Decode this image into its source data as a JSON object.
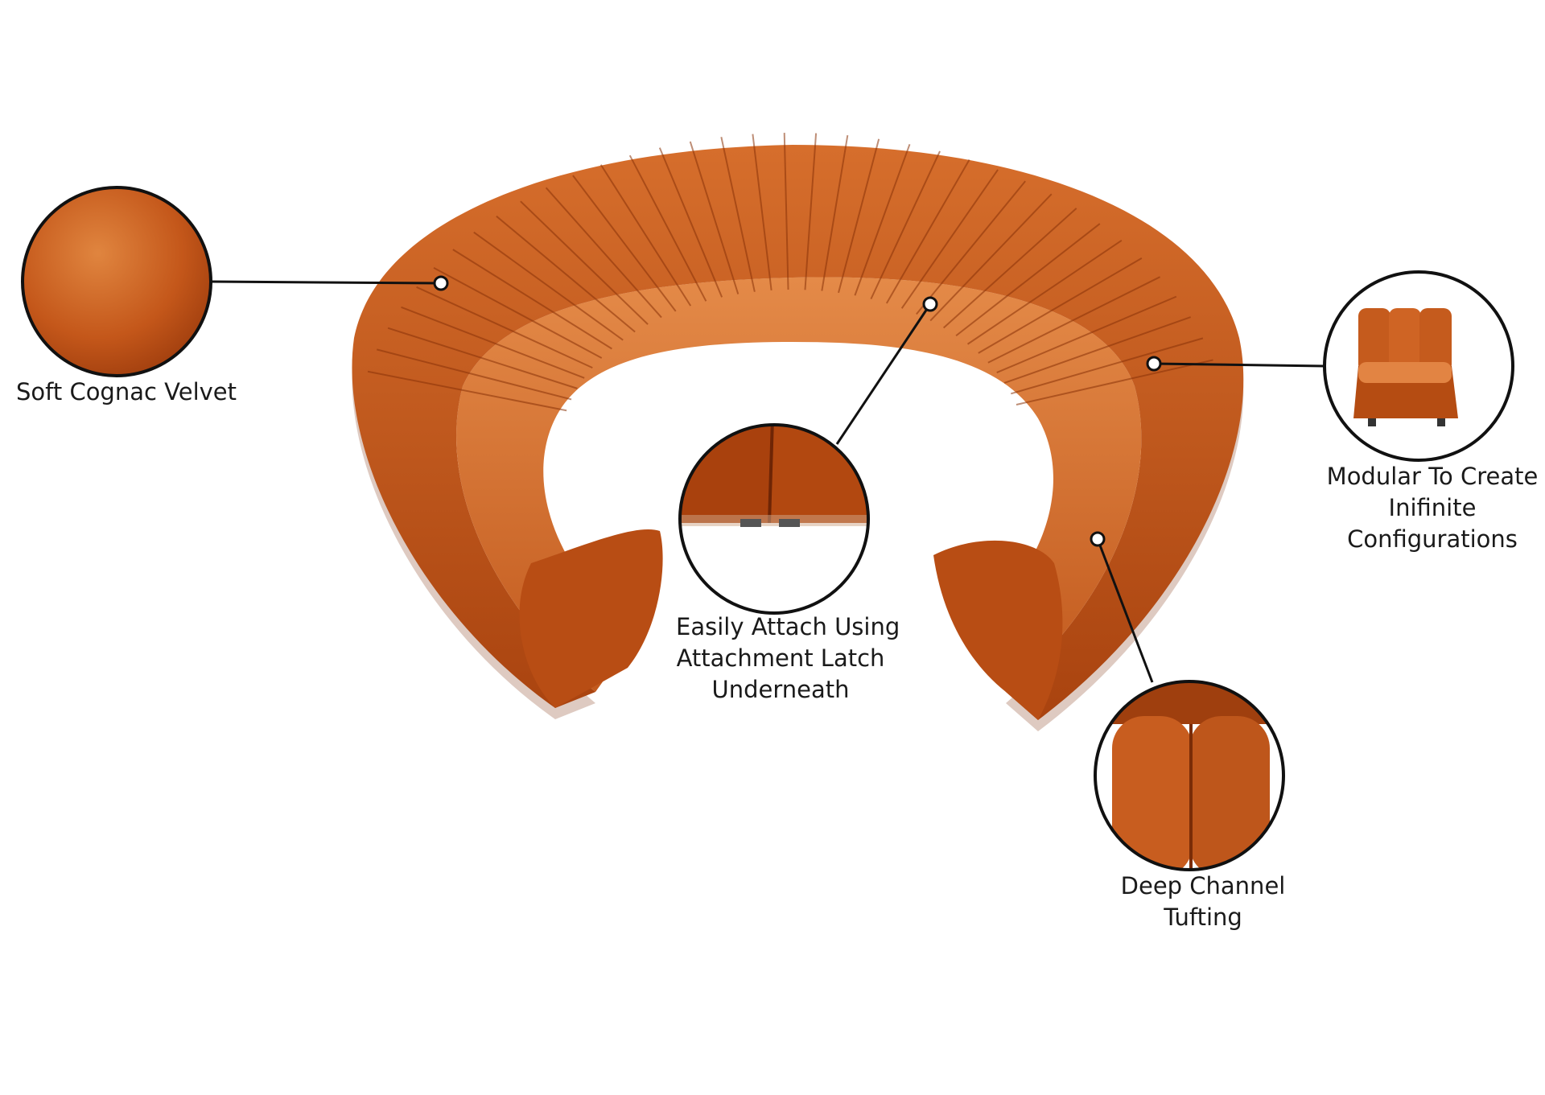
{
  "colors": {
    "velvet_base": "#c4571a",
    "velvet_light": "#dc7b3a",
    "velvet_dark": "#8a3208",
    "line": "#111111",
    "text": "#1a1a1a"
  },
  "callouts": {
    "velvet": {
      "lines": [
        "Soft Cognac Velvet"
      ]
    },
    "attach": {
      "lines": [
        "Easily Attach Using",
        "Attachment Latch",
        "Underneath"
      ]
    },
    "modular": {
      "lines": [
        "Modular To Create",
        "Inifinite",
        "Configurations"
      ]
    },
    "channel": {
      "lines": [
        "Deep Channel",
        "Tufting"
      ]
    }
  }
}
